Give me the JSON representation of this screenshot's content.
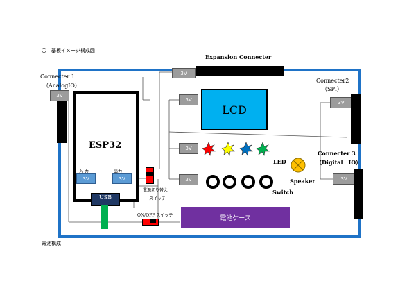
{
  "title": "基板イメージ構成図",
  "title_marker": "〇",
  "footer_note": "電池構成",
  "expansion_connector": "Expansion Connecter",
  "connector1": {
    "line1": "Connecter 1",
    "line2": "（AnalogIO）"
  },
  "connector2": {
    "line1": "Connecter2",
    "line2": "（SPI）"
  },
  "connector3": {
    "line1": "Connecter 3",
    "line2": "（Digital　IO）"
  },
  "voltage_label": "3V",
  "esp32": {
    "label": "ESP32",
    "input_label": "入 力",
    "output_label": "出力"
  },
  "usb_label": "USB",
  "lcd_label": "LCD",
  "led_label": "LED",
  "switch_label": "Switch",
  "speaker_label": "Speaker",
  "power_switch_label": "ON/OFF スイッチ",
  "select_switch": {
    "line1": "電源切り替え",
    "line2": "スイッチ"
  },
  "battery_case_label": "電池ケース",
  "colors": {
    "board_border": "#1f73c7",
    "lcd": "#00b0f0",
    "battery_case": "#7030a0",
    "usb": "#1f3864",
    "usb_cable": "#00b050",
    "switch_red": "#ff0000",
    "speaker": "#ffc000",
    "led": [
      "#ff0000",
      "#ffff00",
      "#0070c0",
      "#00b050"
    ]
  }
}
